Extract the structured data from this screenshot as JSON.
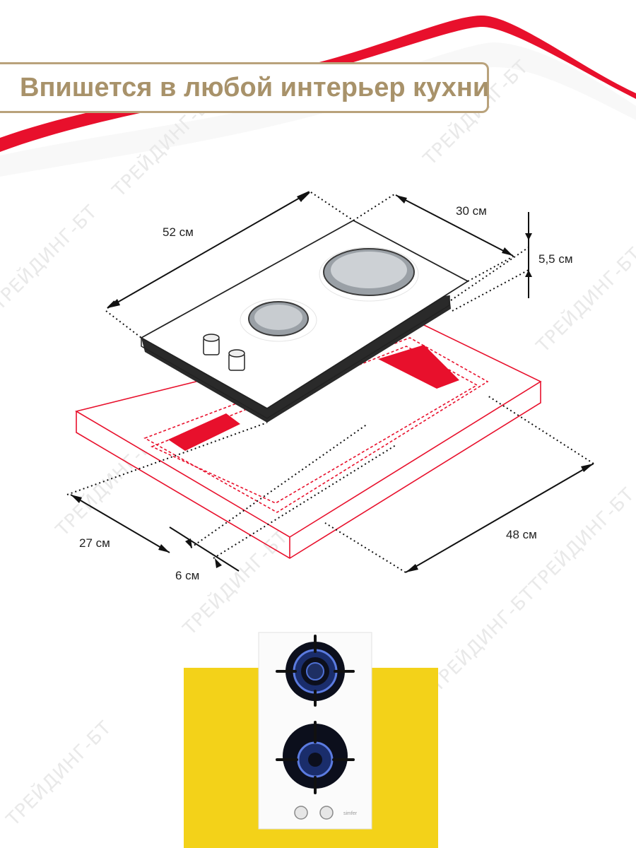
{
  "header": {
    "title": "Впишется в любой интерьер кухни",
    "accent_color": "#e8102c",
    "border_color": "#b9a27b"
  },
  "dimensions": {
    "width_hob": "52 см",
    "depth_hob": "30 см",
    "height_hob": "5,5 см",
    "cutout_depth": "27 см",
    "cutout_offset": "6 см",
    "cutout_width": "48 см"
  },
  "watermark": {
    "text": "ТРЕЙДИНГ-БТ"
  },
  "product": {
    "brand": "simfer",
    "panel_color": "#f3d219"
  }
}
